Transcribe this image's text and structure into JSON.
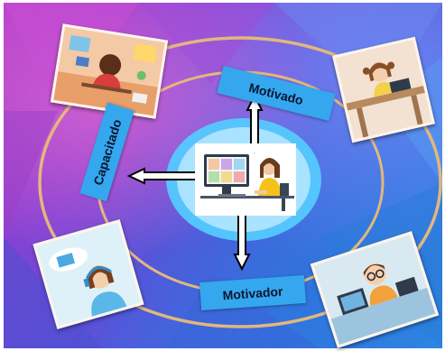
{
  "labels": {
    "top_right": "Motivado",
    "left": "Capacitado",
    "bottom": "Motivador"
  },
  "colors": {
    "label_fill": "#35a7ee",
    "ring_stroke": "#e2b77d",
    "center_glow": "#55c9ff",
    "center_core": "#a9e3ff",
    "arrow_fill": "#ffffff",
    "arrow_stroke": "#000000"
  },
  "icons": {
    "arrow_up": "arrow-up-icon",
    "arrow_left": "arrow-left-icon",
    "arrow_down": "arrow-down-icon",
    "center_scene": "student-video-call-illustration",
    "photo_top_left": "student-at-desk-illustration",
    "photo_top_right": "girl-at-laptop-illustration",
    "photo_bottom_left": "girl-with-headset-illustration",
    "photo_bottom_right": "boy-with-glasses-at-computer-illustration"
  }
}
